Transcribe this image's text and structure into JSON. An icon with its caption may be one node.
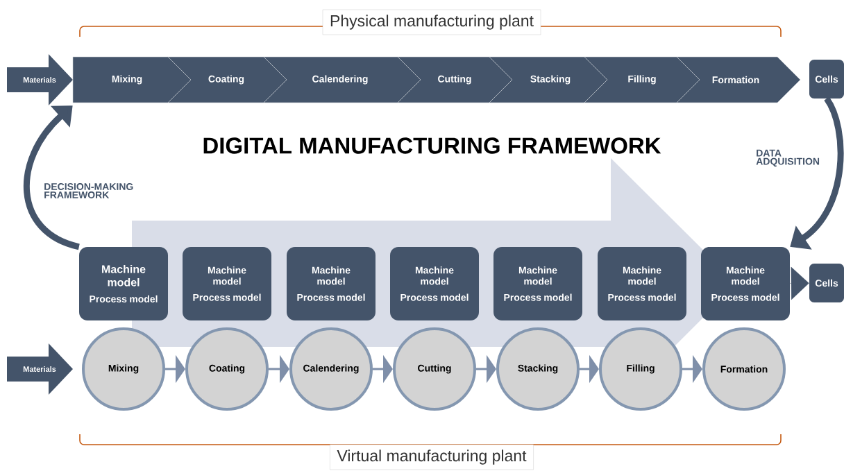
{
  "diagram": {
    "title": "DIGITAL MANUFACTURING FRAMEWORK",
    "nodes": [
      {
        "text": [
          "Physical manufacturing plant"
        ]
      },
      {
        "text": [
          "Materials"
        ]
      },
      {
        "text": [
          "Mixing"
        ]
      },
      {
        "text": [
          "Coating"
        ]
      },
      {
        "text": [
          "Calendering"
        ]
      },
      {
        "text": [
          "Cutting"
        ]
      },
      {
        "text": [
          "Stacking"
        ]
      },
      {
        "text": [
          "Filling"
        ]
      },
      {
        "text": [
          "Formation"
        ]
      },
      {
        "text": [
          "Cells"
        ]
      },
      {
        "text": [
          "Machine model",
          "Process model"
        ]
      },
      {
        "text": [
          "Machine model",
          "Process model"
        ]
      },
      {
        "text": [
          "Machine model",
          "Process model"
        ]
      },
      {
        "text": [
          "Machine model",
          "Process model"
        ]
      },
      {
        "text": [
          "Machine model",
          "Process model"
        ]
      },
      {
        "text": [
          "Machine model",
          "Process model"
        ]
      },
      {
        "text": [
          "Machine model",
          "Process model"
        ]
      },
      {
        "text": [
          "Cells"
        ]
      },
      {
        "text": [
          "Materials"
        ]
      },
      {
        "text": [
          "Mixing"
        ]
      },
      {
        "text": [
          "Coating"
        ]
      },
      {
        "text": [
          "Calendering"
        ]
      },
      {
        "text": [
          "Cutting"
        ]
      },
      {
        "text": [
          "Stacking"
        ]
      },
      {
        "text": [
          "Filling"
        ]
      },
      {
        "text": [
          "Formation"
        ]
      },
      {
        "text": [
          "Virtual manufacturing plant"
        ]
      }
    ],
    "edges": [
      {
        "from": 9,
        "to": 16,
        "arrow": "to",
        "label": "DATA ADQUISITION",
        "style": "thick",
        "color": "#44546a"
      },
      {
        "from": 10,
        "to": 1,
        "arrow": "to",
        "label": "DECISION-MAKING FRAMEWORK",
        "style": "thick",
        "color": "#44546a"
      },
      {
        "from": 16,
        "to": 17,
        "arrow": "to",
        "color": "#44546a"
      },
      {
        "from": 19,
        "to": 20,
        "arrow": "to"
      },
      {
        "from": 20,
        "to": 21,
        "arrow": "to"
      },
      {
        "from": 21,
        "to": 22,
        "arrow": "to"
      },
      {
        "from": 22,
        "to": 23,
        "arrow": "to"
      },
      {
        "from": 23,
        "to": 24,
        "arrow": "to"
      },
      {
        "from": 24,
        "to": 25,
        "arrow": "to"
      }
    ]
  }
}
